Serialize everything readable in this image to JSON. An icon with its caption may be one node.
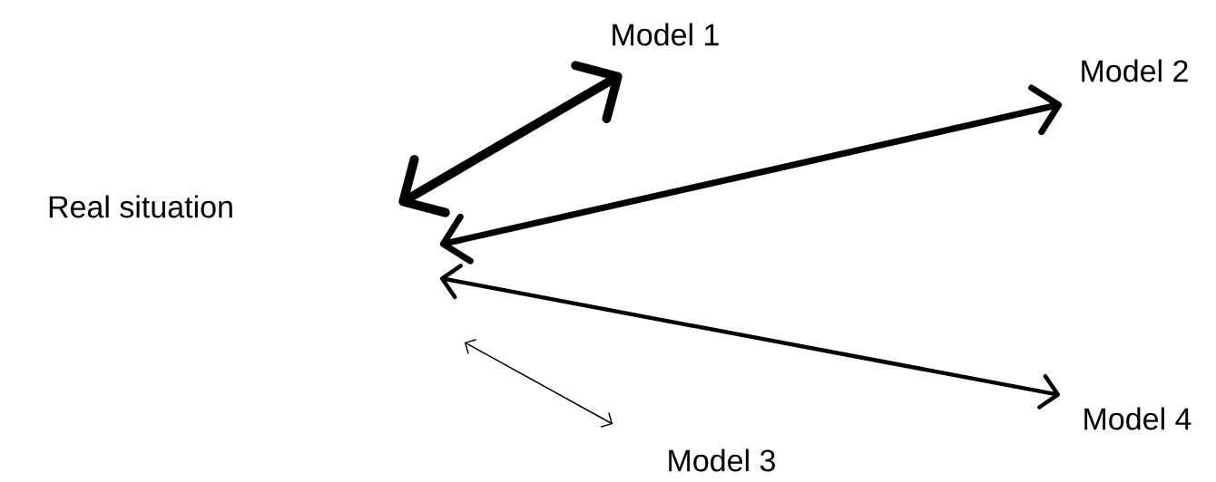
{
  "diagram": {
    "nodes": [
      {
        "text": [
          "Real situation"
        ]
      },
      {
        "text": [
          "Model 1"
        ]
      },
      {
        "text": [
          "Model 2"
        ]
      },
      {
        "text": [
          "Model 3"
        ]
      },
      {
        "text": [
          "Model 4"
        ]
      }
    ],
    "edges": [
      {
        "from": null,
        "to": 1,
        "arrow": "both",
        "style": "thick"
      },
      {
        "from": null,
        "to": 2,
        "arrow": "both"
      },
      {
        "from": null,
        "to": 4,
        "arrow": "both"
      },
      {
        "from": null,
        "to": 3,
        "arrow": "both"
      }
    ]
  }
}
